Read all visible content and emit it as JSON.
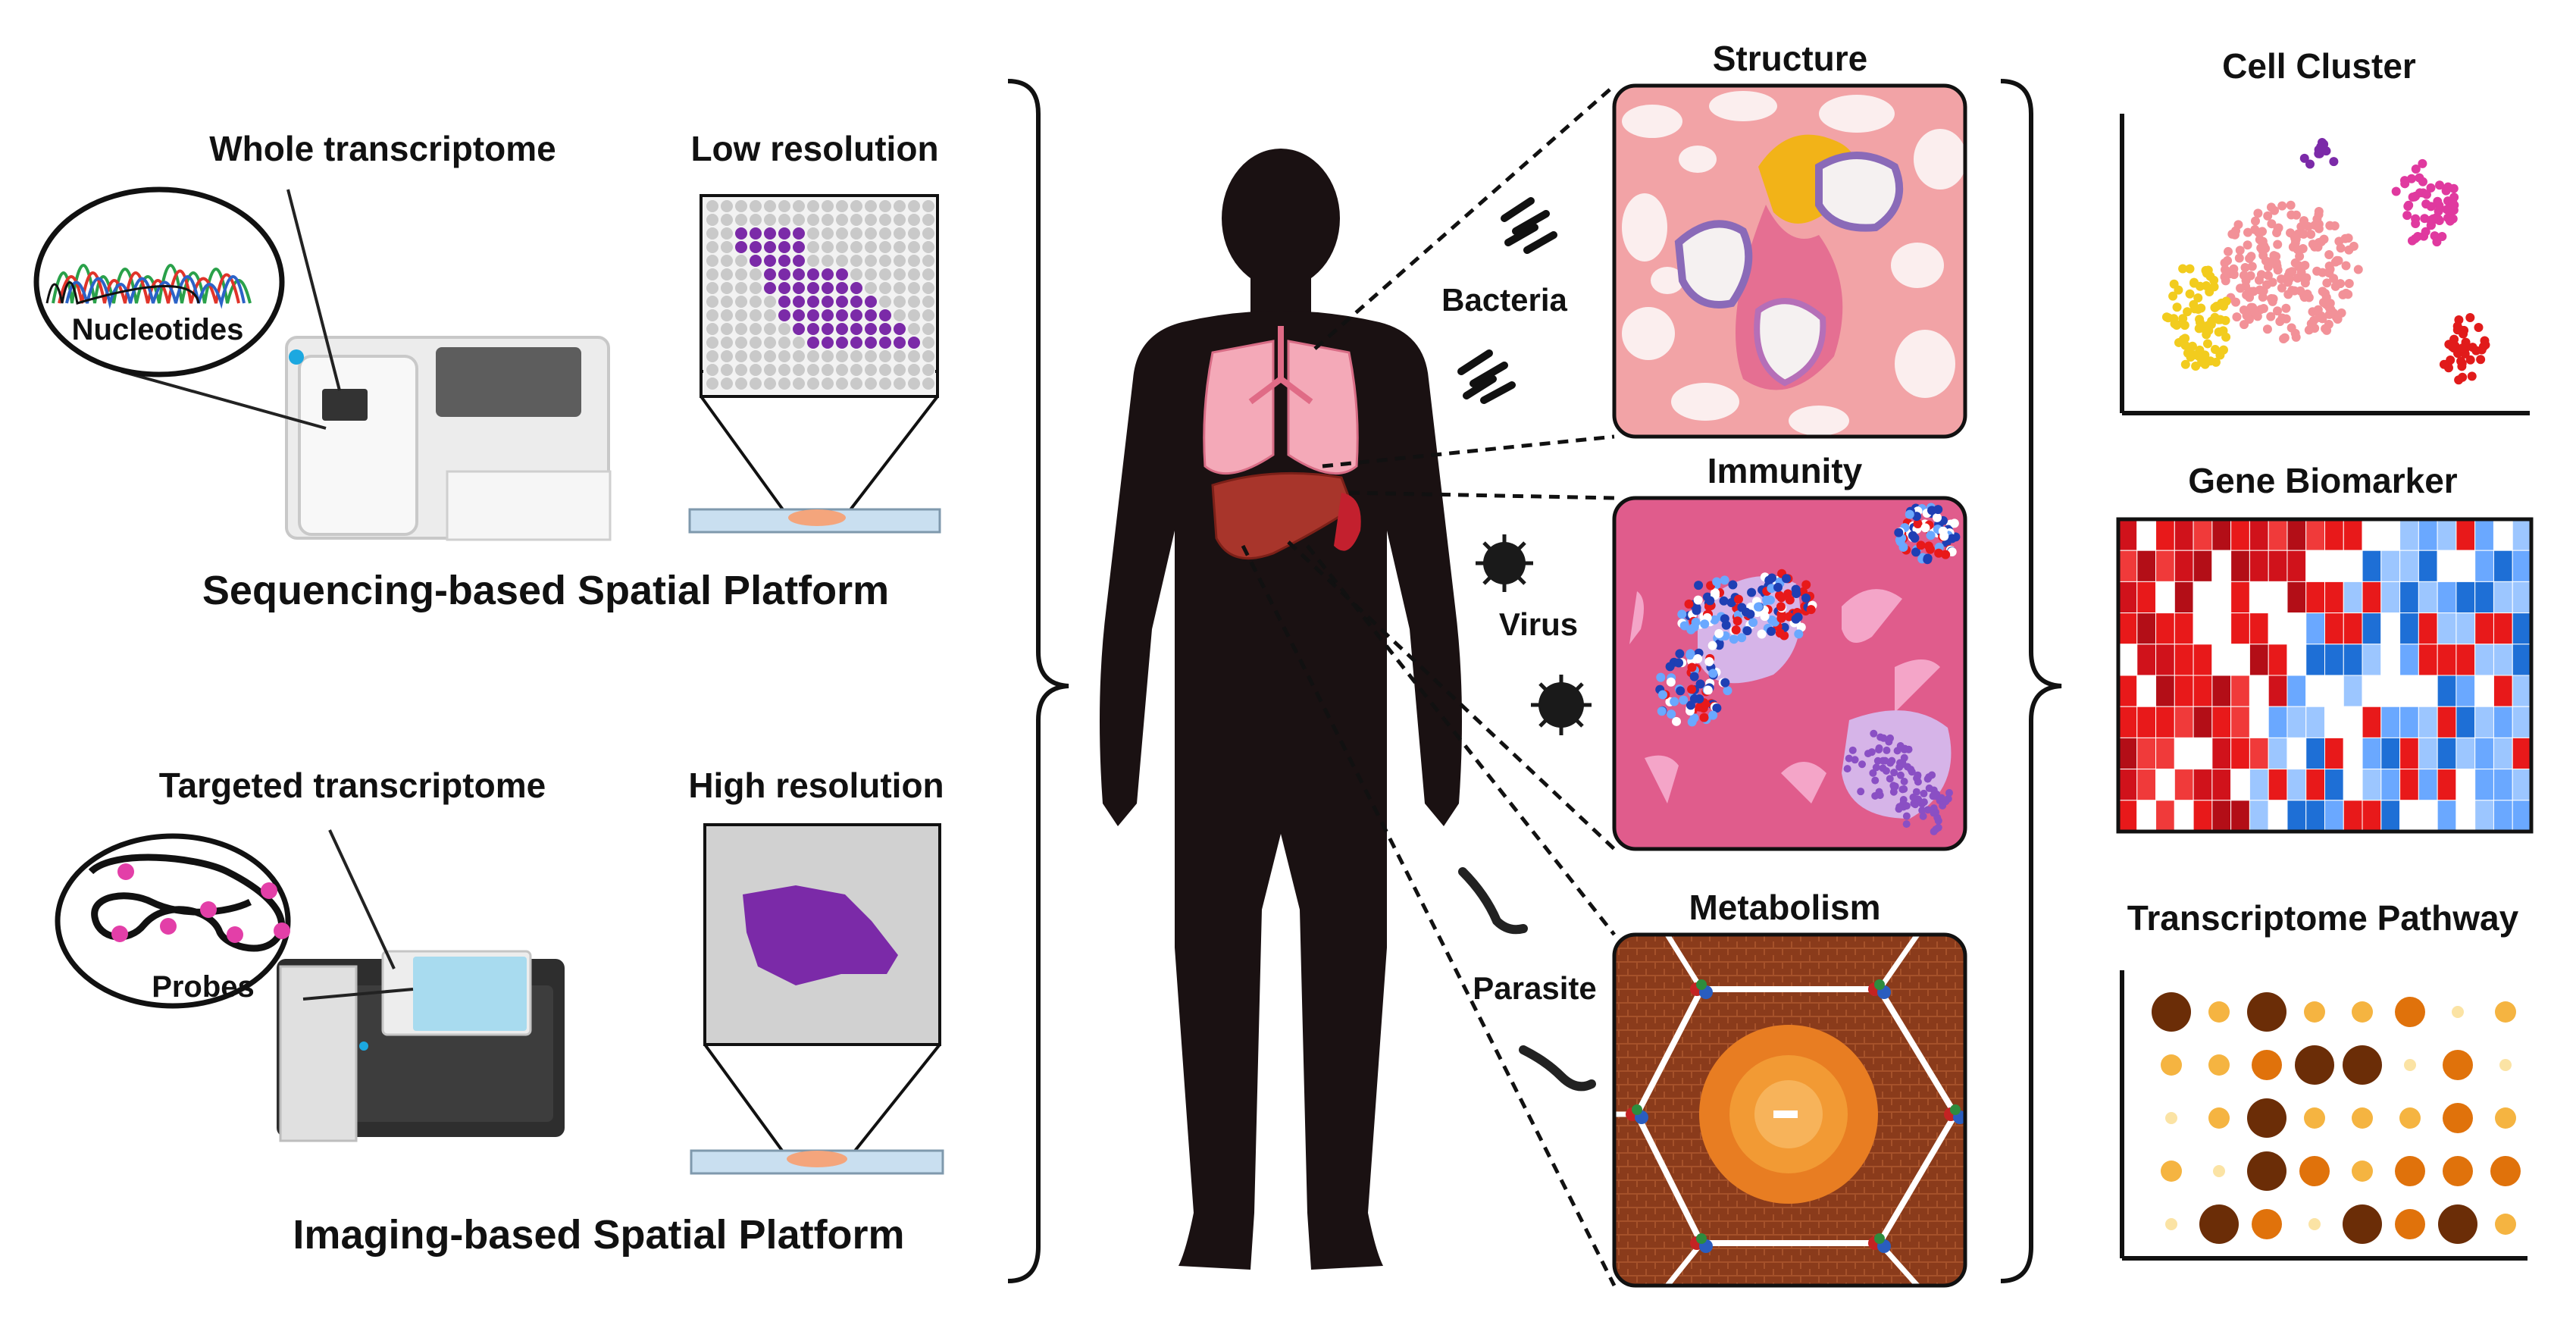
{
  "left": {
    "seq": {
      "col1_title": "Whole transcriptome",
      "col2_title": "Low resolution",
      "bubble_label": "Nucleotides",
      "platform": "Sequencing-based Spatial Platform"
    },
    "img": {
      "col1_title": "Targeted transcriptome",
      "col2_title": "High resolution",
      "bubble_label": "Probes",
      "platform": "Imaging-based Spatial Platform"
    }
  },
  "center": {
    "pathogens": [
      "Bacteria",
      "Virus",
      "Parasite"
    ]
  },
  "panels": {
    "structure": "Structure",
    "immunity": "Immunity",
    "metabolism": "Metabolism"
  },
  "right": {
    "cluster": "Cell Cluster",
    "biomarker": "Gene Biomarker",
    "pathway": "Transcriptome Pathway"
  },
  "colors": {
    "purple": "#7b2aa8",
    "lung_pink": "#f4a9b8",
    "liver": "#a8352b",
    "brick": "#8c3a1c",
    "heat_red": "#e8191a",
    "heat_blue": "#1e6fd6"
  }
}
